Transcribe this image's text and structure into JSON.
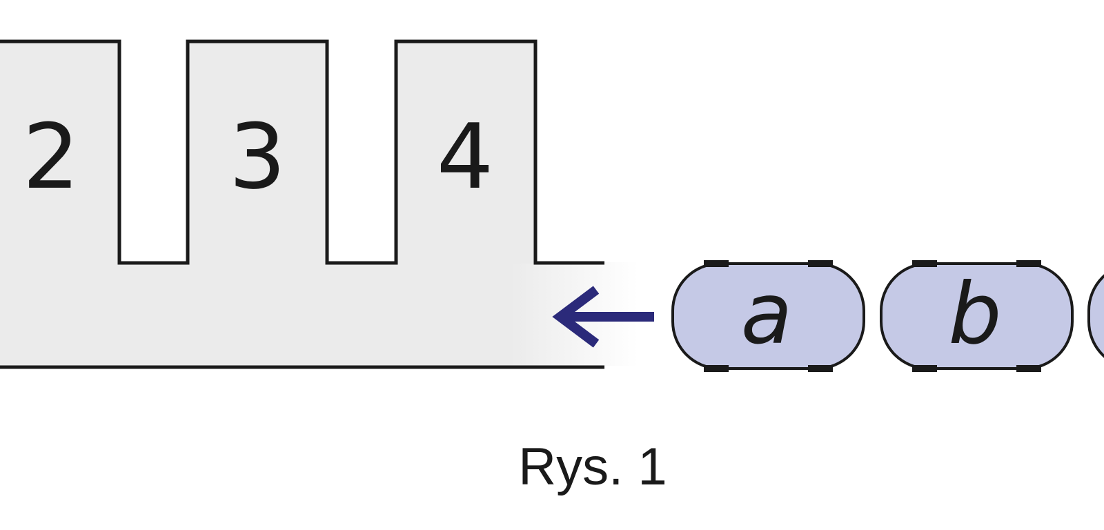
{
  "diagram": {
    "stalls": [
      {
        "number": "2"
      },
      {
        "number": "3"
      },
      {
        "number": "4"
      }
    ],
    "cars": [
      {
        "letter": "a"
      },
      {
        "letter": "b"
      },
      {
        "letter": ""
      }
    ],
    "caption": "Rys. 1",
    "colors": {
      "outline": "#1a1a1a",
      "stall_fill": "#ebebeb",
      "lane_fill": "#ebebeb",
      "car_fill": "#c5c9e6",
      "arrow": "#2b2a7a"
    },
    "arrow_direction": "left"
  }
}
